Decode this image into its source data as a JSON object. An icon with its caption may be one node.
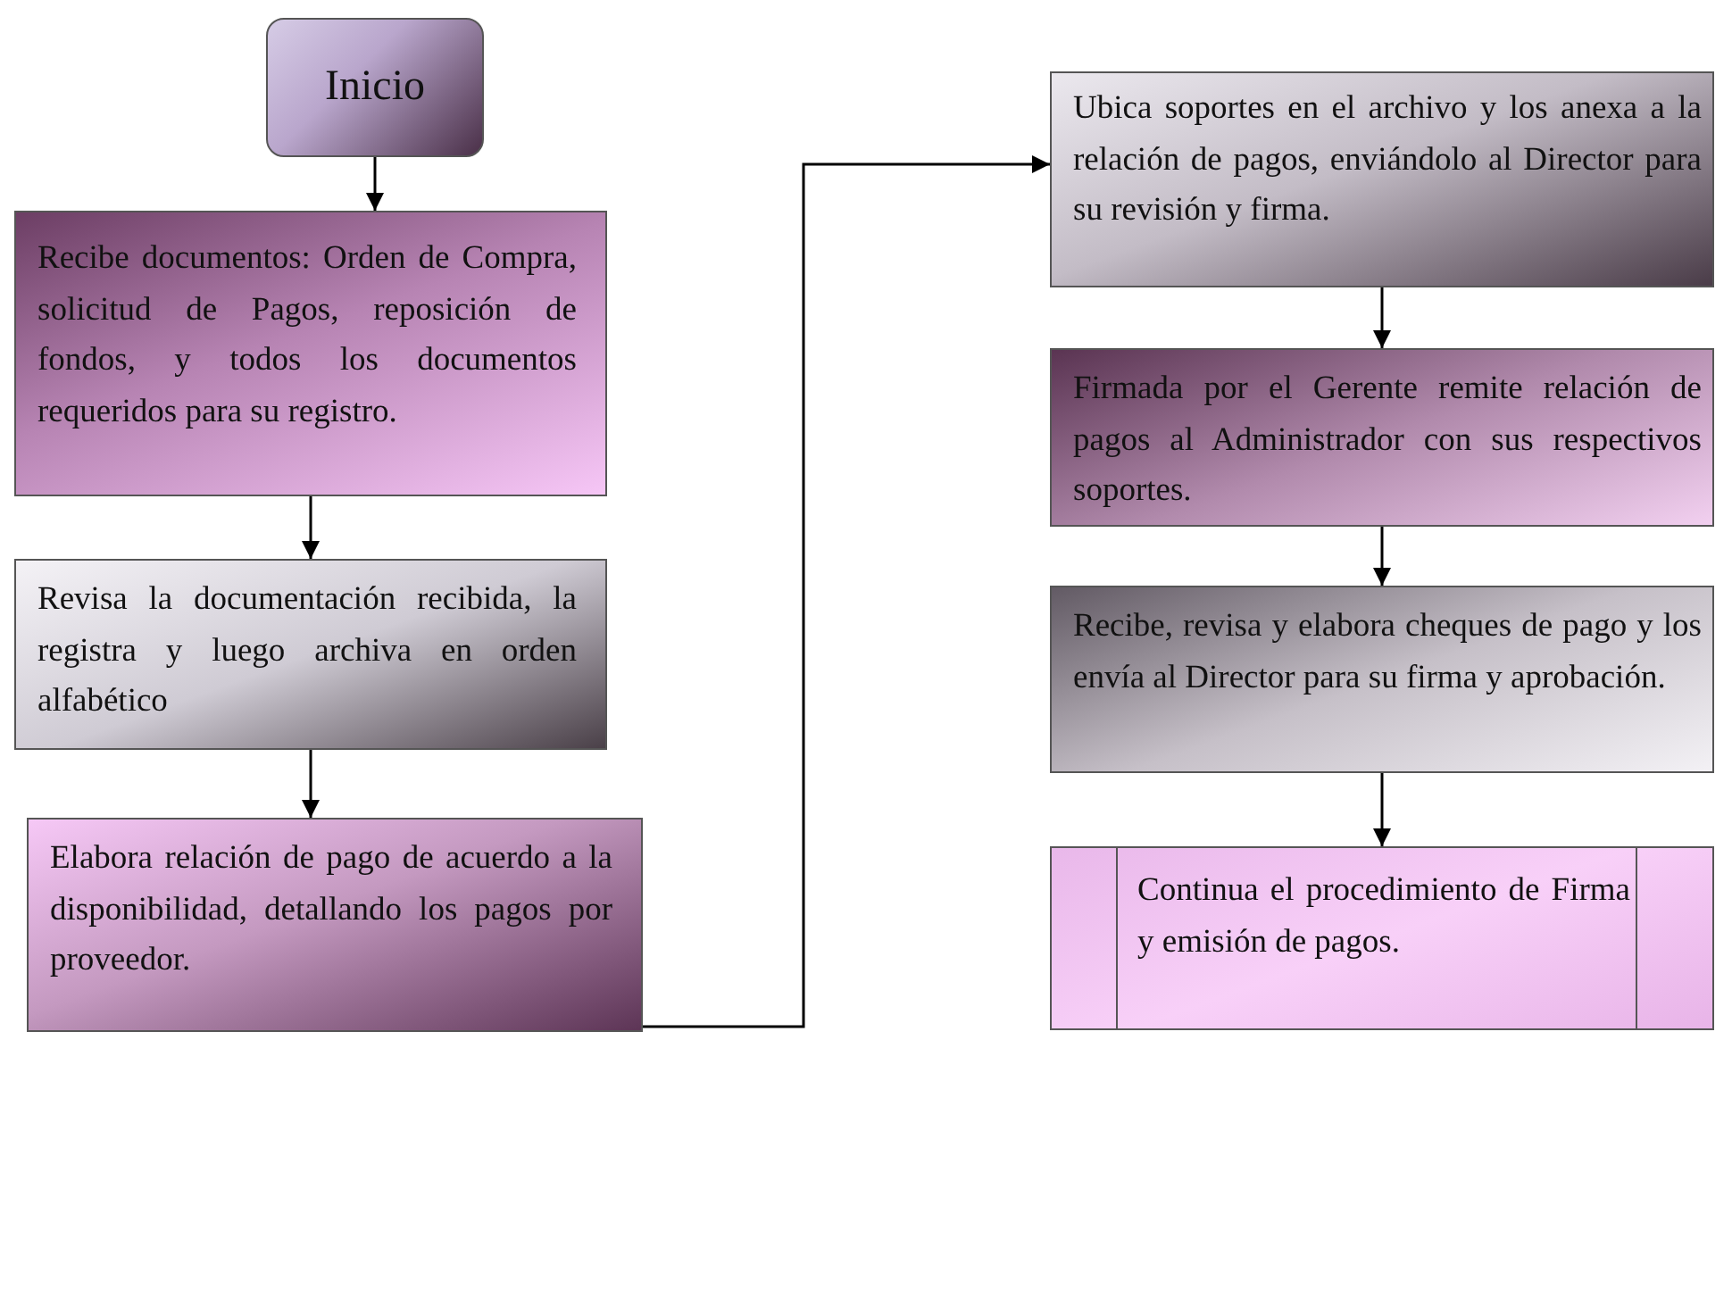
{
  "diagram": {
    "nodes": [
      {
        "text": [
          "Inicio"
        ]
      },
      {
        "text": [
          "Recibe documentos: Orden de Compra, solicitud de Pagos, reposición de fondos, y todos los documentos requeridos para su registro."
        ]
      },
      {
        "text": [
          "Revisa la documentación recibida, la registra y luego archiva en orden alfabético"
        ]
      },
      {
        "text": [
          "Elabora relación de pago de acuerdo a la disponibilidad, detallando los pagos por proveedor."
        ]
      },
      {
        "text": [
          "Ubica soportes en el archivo y los anexa a la relación de pagos, enviándolo al Director para su revisión y firma."
        ]
      },
      {
        "text": [
          "Firmada por el Gerente remite relación de pagos al Administrador con sus respectivos soportes."
        ]
      },
      {
        "text": [
          "Recibe, revisa y elabora cheques de pago y los envía al Director para su firma y aprobación."
        ]
      },
      {
        "text": [
          "Continua el procedimiento de Firma y emisión de pagos."
        ]
      }
    ],
    "edges": [
      {
        "from": 0,
        "to": 1,
        "arrow": "to"
      },
      {
        "from": 1,
        "to": 2,
        "arrow": "to"
      },
      {
        "from": 2,
        "to": 3,
        "arrow": "to"
      },
      {
        "from": 3,
        "to": 4,
        "arrow": "to"
      },
      {
        "from": 4,
        "to": 5,
        "arrow": "to"
      },
      {
        "from": 5,
        "to": 6,
        "arrow": "to"
      },
      {
        "from": 6,
        "to": 7,
        "arrow": "to"
      }
    ]
  }
}
